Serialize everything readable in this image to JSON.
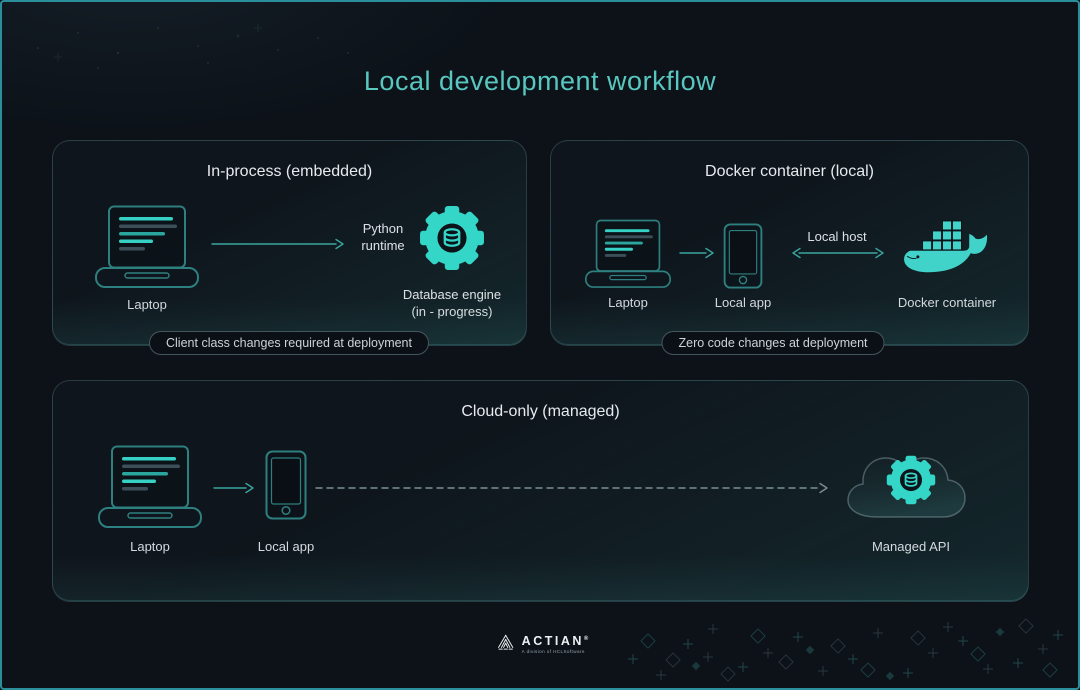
{
  "page": {
    "title": "Local development workflow"
  },
  "panels": {
    "in_process": {
      "title": "In-process (embedded)",
      "laptop_label": "Laptop",
      "runtime_label": "Python runtime",
      "engine_line1": "Database engine",
      "engine_line2": "(in - progress)",
      "pill": "Client class changes required at deployment"
    },
    "docker": {
      "title": "Docker container (local)",
      "laptop_label": "Laptop",
      "app_label": "Local app",
      "host_label": "Local host",
      "container_label": "Docker container",
      "pill": "Zero code changes at deployment"
    },
    "cloud": {
      "title": "Cloud-only (managed)",
      "laptop_label": "Laptop",
      "app_label": "Local app",
      "api_label": "Managed API"
    }
  },
  "footer": {
    "brand": "ACTIAN",
    "brand_mark": "®",
    "tagline": "A division of HCLSoftware"
  },
  "colors": {
    "accent_teal": "#34d6c8",
    "title_teal": "#58c7c0",
    "background": "#0c1218",
    "page_border": "#2b8e9b",
    "label_text": "#d5dade",
    "dim_icon_stroke": "#2e7f7f"
  }
}
